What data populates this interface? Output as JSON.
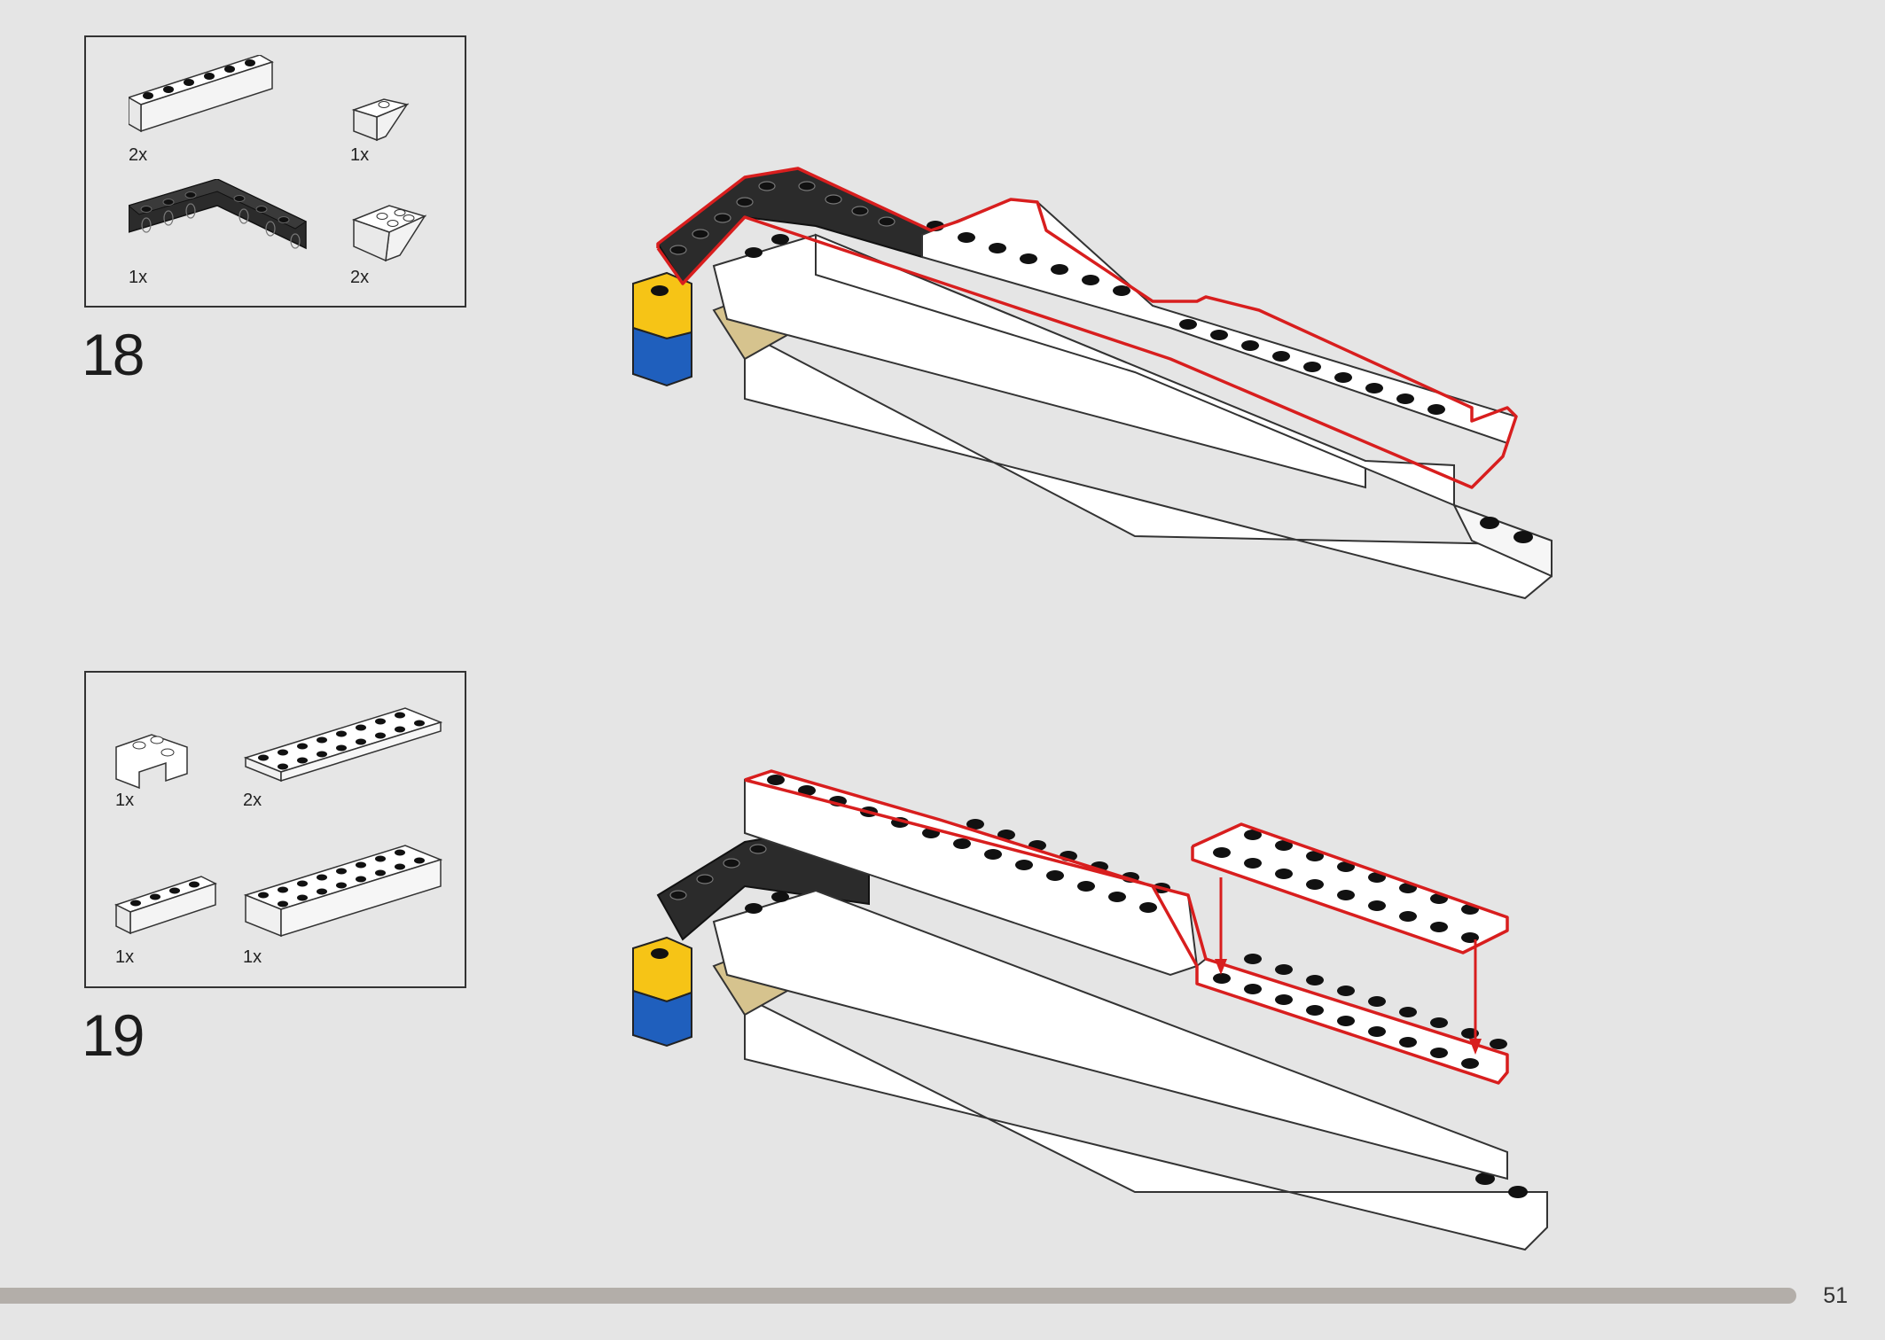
{
  "steps": [
    {
      "number": "18",
      "parts": [
        {
          "qty": "2x",
          "icon": "white-brick-1x6-icon"
        },
        {
          "qty": "1x",
          "icon": "white-slope-brick-icon"
        },
        {
          "qty": "1x",
          "icon": "black-technic-corner-brick-icon"
        },
        {
          "qty": "2x",
          "icon": "white-slope-brick-icon"
        }
      ]
    },
    {
      "number": "19",
      "parts": [
        {
          "qty": "1x",
          "icon": "white-corner-brick-icon"
        },
        {
          "qty": "2x",
          "icon": "white-plate-2x8-icon"
        },
        {
          "qty": "1x",
          "icon": "white-brick-1x4-icon"
        },
        {
          "qty": "1x",
          "icon": "white-brick-2x8-icon"
        }
      ]
    }
  ],
  "page": {
    "number": "51"
  },
  "progress": {
    "fraction": 0.953
  },
  "colors": {
    "background": "#e5e5e5",
    "highlight": "#d81e1e",
    "black_brick": "#2b2b2b",
    "white_brick": "#ffffff",
    "tan_brick": "#d6c38e",
    "yellow_brick": "#f6c416",
    "blue_brick": "#1f5fbd",
    "progress_bar": "#b3aea9"
  }
}
